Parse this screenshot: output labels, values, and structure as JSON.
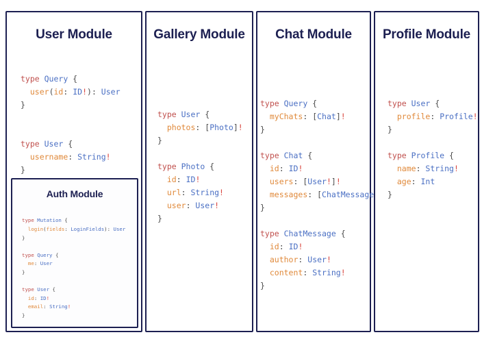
{
  "theme": {
    "border_color": "#1c1f51",
    "heading_color": "#1c1f51",
    "background": "#ffffff",
    "keyword_color": "#c0504d",
    "typename_color": "#4a6fc3",
    "field_color": "#e0893a",
    "punctuation_color": "#4a4a4a",
    "bang_color": "#d8443c"
  },
  "modules": {
    "user": {
      "title": "User Module",
      "code_lines": [
        [
          [
            "type ",
            "kw"
          ],
          [
            "Query",
            "type"
          ],
          [
            " {",
            "punc"
          ]
        ],
        [
          [
            "  ",
            "punc"
          ],
          [
            "user",
            "field"
          ],
          [
            "(",
            "punc"
          ],
          [
            "id",
            "field"
          ],
          [
            ": ",
            "punc"
          ],
          [
            "ID",
            "type"
          ],
          [
            "!",
            "bang"
          ],
          [
            "): ",
            "punc"
          ],
          [
            "User",
            "type"
          ]
        ],
        [
          [
            "}",
            "punc"
          ]
        ],
        [
          [
            "",
            "punc"
          ]
        ],
        [
          [
            "",
            "punc"
          ]
        ],
        [
          [
            "type ",
            "kw"
          ],
          [
            "User",
            "type"
          ],
          [
            " {",
            "punc"
          ]
        ],
        [
          [
            "  ",
            "punc"
          ],
          [
            "username",
            "field"
          ],
          [
            ": ",
            "punc"
          ],
          [
            "String",
            "type"
          ],
          [
            "!",
            "bang"
          ]
        ],
        [
          [
            "}",
            "punc"
          ]
        ]
      ]
    },
    "auth": {
      "title": "Auth Module",
      "code_lines": [
        [
          [
            "type ",
            "kw"
          ],
          [
            "Mutation",
            "type"
          ],
          [
            " {",
            "punc"
          ]
        ],
        [
          [
            "  ",
            "punc"
          ],
          [
            "login",
            "field"
          ],
          [
            "(",
            "punc"
          ],
          [
            "fields",
            "field"
          ],
          [
            ": ",
            "punc"
          ],
          [
            "LoginFields",
            "type"
          ],
          [
            "): ",
            "punc"
          ],
          [
            "User",
            "type"
          ]
        ],
        [
          [
            "}",
            "punc"
          ]
        ],
        [
          [
            "",
            "punc"
          ]
        ],
        [
          [
            "type ",
            "kw"
          ],
          [
            "Query",
            "type"
          ],
          [
            " {",
            "punc"
          ]
        ],
        [
          [
            "  ",
            "punc"
          ],
          [
            "me",
            "field"
          ],
          [
            ": ",
            "punc"
          ],
          [
            "User",
            "type"
          ]
        ],
        [
          [
            "}",
            "punc"
          ]
        ],
        [
          [
            "",
            "punc"
          ]
        ],
        [
          [
            "type ",
            "kw"
          ],
          [
            "User",
            "type"
          ],
          [
            " {",
            "punc"
          ]
        ],
        [
          [
            "  ",
            "punc"
          ],
          [
            "id",
            "field"
          ],
          [
            ": ",
            "punc"
          ],
          [
            "ID",
            "type"
          ],
          [
            "!",
            "bang"
          ]
        ],
        [
          [
            "  ",
            "punc"
          ],
          [
            "email",
            "field"
          ],
          [
            ": ",
            "punc"
          ],
          [
            "String",
            "type"
          ],
          [
            "!",
            "bang"
          ]
        ],
        [
          [
            "}",
            "punc"
          ]
        ]
      ]
    },
    "gallery": {
      "title": "Gallery Module",
      "code_lines": [
        [
          [
            "type ",
            "kw"
          ],
          [
            "User",
            "type"
          ],
          [
            " {",
            "punc"
          ]
        ],
        [
          [
            "  ",
            "punc"
          ],
          [
            "photos",
            "field"
          ],
          [
            ": ",
            "punc"
          ],
          [
            "[",
            "punc"
          ],
          [
            "Photo",
            "type"
          ],
          [
            "]",
            "punc"
          ],
          [
            "!",
            "bang"
          ]
        ],
        [
          [
            "}",
            "punc"
          ]
        ],
        [
          [
            "",
            "punc"
          ]
        ],
        [
          [
            "type ",
            "kw"
          ],
          [
            "Photo",
            "type"
          ],
          [
            " {",
            "punc"
          ]
        ],
        [
          [
            "  ",
            "punc"
          ],
          [
            "id",
            "field"
          ],
          [
            ": ",
            "punc"
          ],
          [
            "ID",
            "type"
          ],
          [
            "!",
            "bang"
          ]
        ],
        [
          [
            "  ",
            "punc"
          ],
          [
            "url",
            "field"
          ],
          [
            ": ",
            "punc"
          ],
          [
            "String",
            "type"
          ],
          [
            "!",
            "bang"
          ]
        ],
        [
          [
            "  ",
            "punc"
          ],
          [
            "user",
            "field"
          ],
          [
            ": ",
            "punc"
          ],
          [
            "User",
            "type"
          ],
          [
            "!",
            "bang"
          ]
        ],
        [
          [
            "}",
            "punc"
          ]
        ]
      ]
    },
    "chat": {
      "title": "Chat Module",
      "code_lines": [
        [
          [
            "type ",
            "kw"
          ],
          [
            "Query",
            "type"
          ],
          [
            " {",
            "punc"
          ]
        ],
        [
          [
            "  ",
            "punc"
          ],
          [
            "myChats",
            "field"
          ],
          [
            ": ",
            "punc"
          ],
          [
            "[",
            "punc"
          ],
          [
            "Chat",
            "type"
          ],
          [
            "]",
            "punc"
          ],
          [
            "!",
            "bang"
          ]
        ],
        [
          [
            "}",
            "punc"
          ]
        ],
        [
          [
            "",
            "punc"
          ]
        ],
        [
          [
            "type ",
            "kw"
          ],
          [
            "Chat",
            "type"
          ],
          [
            " {",
            "punc"
          ]
        ],
        [
          [
            "  ",
            "punc"
          ],
          [
            "id",
            "field"
          ],
          [
            ": ",
            "punc"
          ],
          [
            "ID",
            "type"
          ],
          [
            "!",
            "bang"
          ]
        ],
        [
          [
            "  ",
            "punc"
          ],
          [
            "users",
            "field"
          ],
          [
            ": ",
            "punc"
          ],
          [
            "[",
            "punc"
          ],
          [
            "User",
            "type"
          ],
          [
            "!",
            "bang"
          ],
          [
            "]",
            "punc"
          ],
          [
            "!",
            "bang"
          ]
        ],
        [
          [
            "  ",
            "punc"
          ],
          [
            "messages",
            "field"
          ],
          [
            ": ",
            "punc"
          ],
          [
            "[",
            "punc"
          ],
          [
            "ChatMessage",
            "type"
          ],
          [
            "]",
            "punc"
          ],
          [
            "!",
            "bang"
          ]
        ],
        [
          [
            "}",
            "punc"
          ]
        ],
        [
          [
            "",
            "punc"
          ]
        ],
        [
          [
            "type ",
            "kw"
          ],
          [
            "ChatMessage",
            "type"
          ],
          [
            " {",
            "punc"
          ]
        ],
        [
          [
            "  ",
            "punc"
          ],
          [
            "id",
            "field"
          ],
          [
            ": ",
            "punc"
          ],
          [
            "ID",
            "type"
          ],
          [
            "!",
            "bang"
          ]
        ],
        [
          [
            "  ",
            "punc"
          ],
          [
            "author",
            "field"
          ],
          [
            ": ",
            "punc"
          ],
          [
            "User",
            "type"
          ],
          [
            "!",
            "bang"
          ]
        ],
        [
          [
            "  ",
            "punc"
          ],
          [
            "content",
            "field"
          ],
          [
            ": ",
            "punc"
          ],
          [
            "String",
            "type"
          ],
          [
            "!",
            "bang"
          ]
        ],
        [
          [
            "}",
            "punc"
          ]
        ]
      ]
    },
    "profile": {
      "title": "Profile Module",
      "code_lines": [
        [
          [
            "type ",
            "kw"
          ],
          [
            "User",
            "type"
          ],
          [
            " {",
            "punc"
          ]
        ],
        [
          [
            "  ",
            "punc"
          ],
          [
            "profile",
            "field"
          ],
          [
            ": ",
            "punc"
          ],
          [
            "Profile",
            "type"
          ],
          [
            "!",
            "bang"
          ]
        ],
        [
          [
            "}",
            "punc"
          ]
        ],
        [
          [
            "",
            "punc"
          ]
        ],
        [
          [
            "type ",
            "kw"
          ],
          [
            "Profile",
            "type"
          ],
          [
            " {",
            "punc"
          ]
        ],
        [
          [
            "  ",
            "punc"
          ],
          [
            "name",
            "field"
          ],
          [
            ": ",
            "punc"
          ],
          [
            "String",
            "type"
          ],
          [
            "!",
            "bang"
          ]
        ],
        [
          [
            "  ",
            "punc"
          ],
          [
            "age",
            "field"
          ],
          [
            ": ",
            "punc"
          ],
          [
            "Int",
            "type"
          ]
        ],
        [
          [
            "}",
            "punc"
          ]
        ]
      ]
    }
  }
}
